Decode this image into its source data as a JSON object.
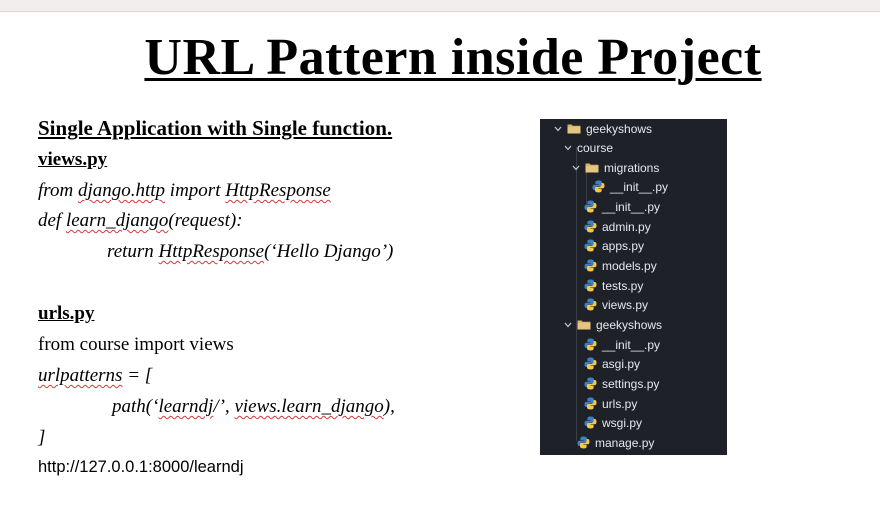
{
  "slide": {
    "title": "URL Pattern inside Project",
    "subtitle": "Single Application with Single function.",
    "views_heading": "views.py",
    "views_line1_a": "from ",
    "views_line1_b": "django.http",
    "views_line1_c": " import ",
    "views_line1_d": "HttpResponse",
    "views_line2_a": "def ",
    "views_line2_b": "learn_django",
    "views_line2_c": "(request):",
    "views_line3_a": "return ",
    "views_line3_b": "HttpResponse",
    "views_line3_c": "(‘Hello Django’)",
    "urls_heading": "urls.py",
    "urls_line1": "from course import views",
    "urls_line2_a": "urlpatterns",
    "urls_line2_b": " = [",
    "urls_line3_a": "path(‘",
    "urls_line3_b": "learndj",
    "urls_line3_c": "/’, ",
    "urls_line3_d": "views.learn_django",
    "urls_line3_e": "),",
    "urls_line4": "]",
    "url": "http://127.0.0.1:8000/learndj"
  },
  "file_tree": {
    "items": [
      {
        "label": "geekyshows"
      },
      {
        "label": "course"
      },
      {
        "label": "migrations"
      },
      {
        "label": "__init__.py"
      },
      {
        "label": "__init__.py"
      },
      {
        "label": "admin.py"
      },
      {
        "label": "apps.py"
      },
      {
        "label": "models.py"
      },
      {
        "label": "tests.py"
      },
      {
        "label": "views.py"
      },
      {
        "label": "geekyshows"
      },
      {
        "label": "__init__.py"
      },
      {
        "label": "asgi.py"
      },
      {
        "label": "settings.py"
      },
      {
        "label": "urls.py"
      },
      {
        "label": "wsgi.py"
      },
      {
        "label": "manage.py"
      }
    ],
    "colors": {
      "background": "#1e2128",
      "folder": "#d8b46a",
      "python_blue": "#3d7fc4",
      "python_yellow": "#f2c94c"
    }
  }
}
